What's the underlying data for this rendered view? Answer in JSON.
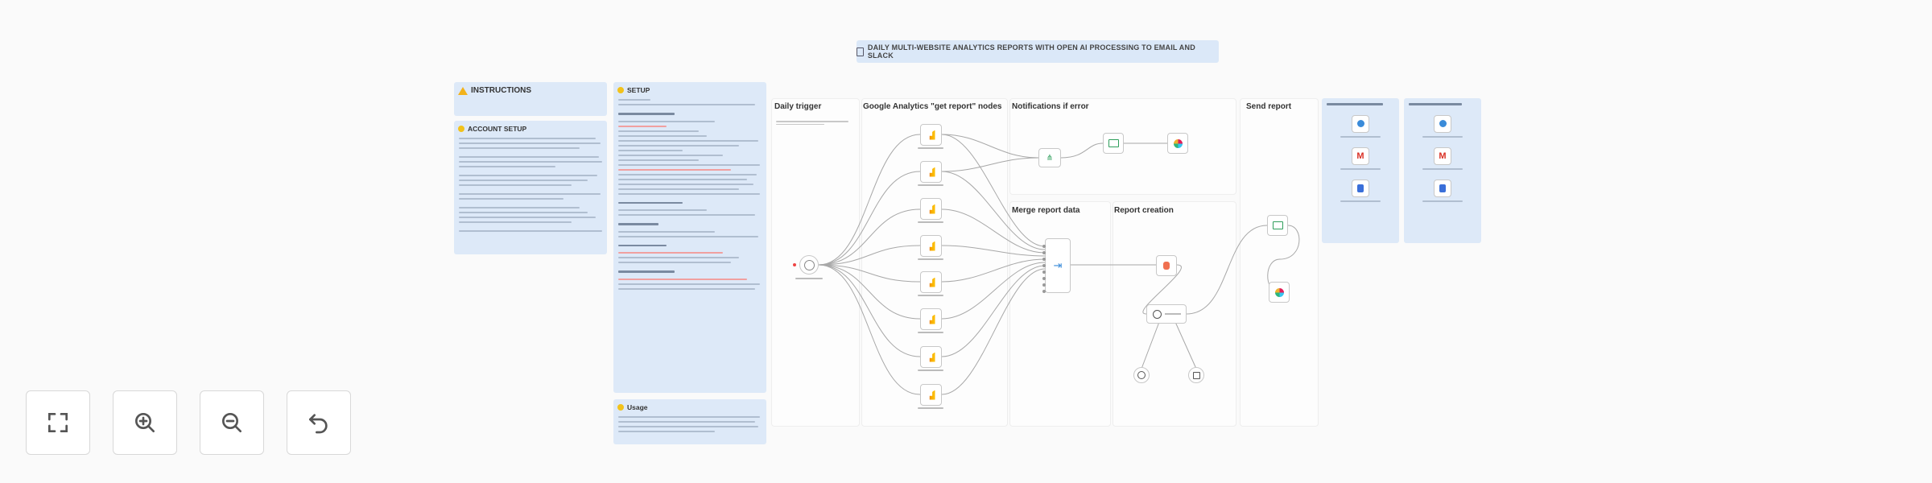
{
  "workflow": {
    "title": "DAILY MULTI-WEBSITE ANALYTICS REPORTS WITH OPEN AI PROCESSING TO EMAIL AND SLACK"
  },
  "notes": {
    "instructions": {
      "title": "INSTRUCTIONS"
    },
    "account": {
      "title": "ACCOUNT SETUP"
    },
    "setup": {
      "title": "SETUP"
    },
    "usage": {
      "title": "Usage"
    }
  },
  "sections": {
    "daily_trigger": "Daily trigger",
    "ga_nodes": "Google Analytics \"get report\" nodes",
    "notifications": "Notifications if error",
    "merge": "Merge report data",
    "report_creation": "Report creation",
    "send_report": "Send report"
  },
  "controls": {
    "fit": "fit-view",
    "zoom_in": "zoom-in",
    "zoom_out": "zoom-out",
    "undo": "undo"
  },
  "colors": {
    "note_bg": "#dde9f8",
    "ga_orange": "#f4a21b",
    "gmail_red": "#d93025",
    "slack_green": "#2e9e5b",
    "openai_blue": "#3a8bd9"
  }
}
